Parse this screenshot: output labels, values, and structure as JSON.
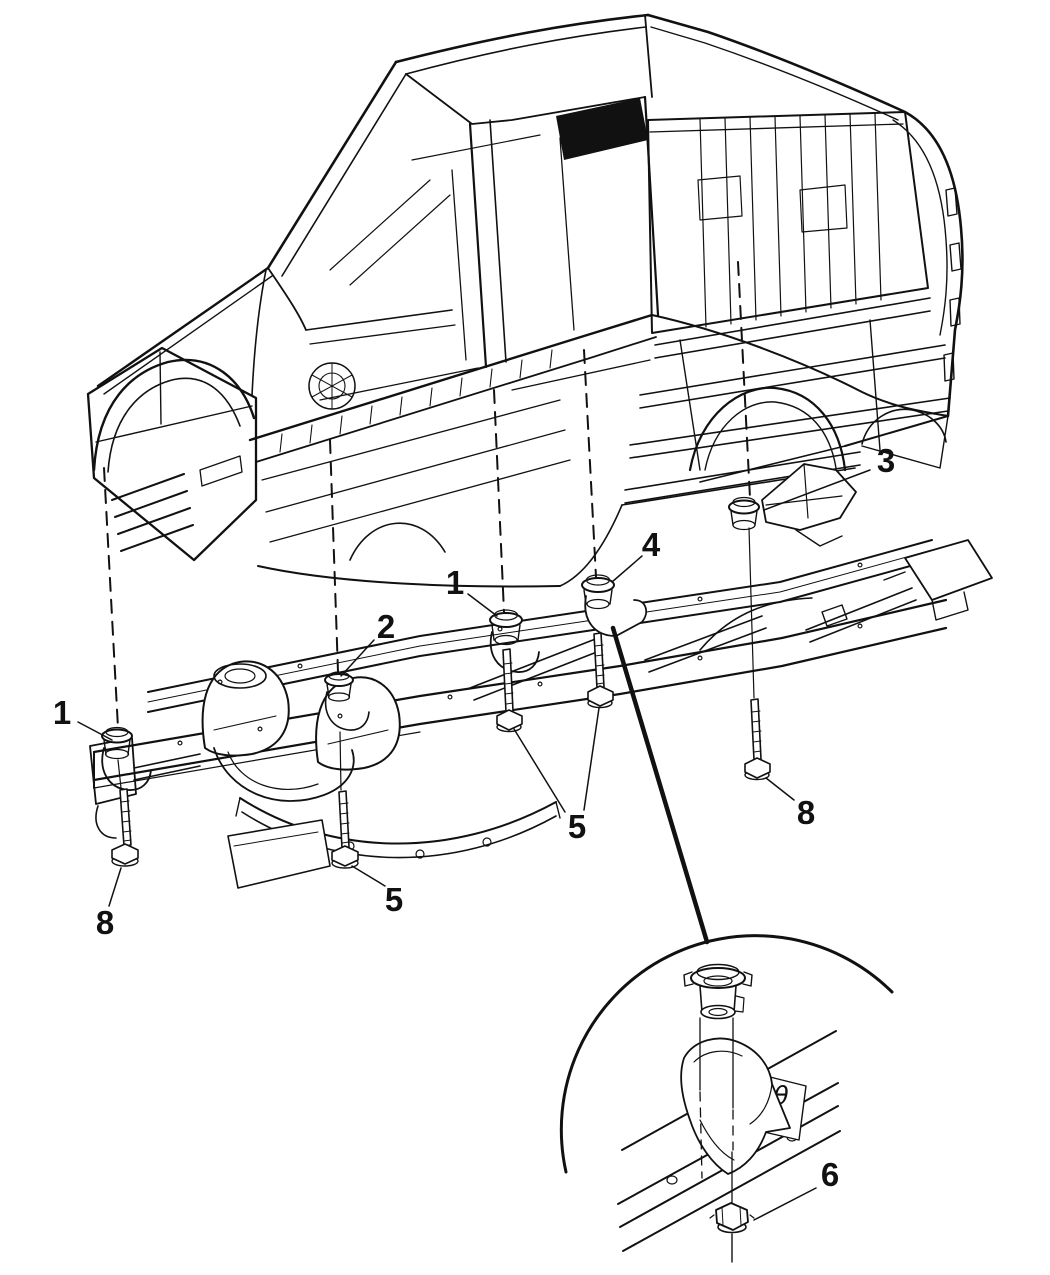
{
  "diagram": {
    "background_color": "#ffffff",
    "line_color": "#111111",
    "subject": "body-over-frame mounting with numbered callouts and enlarged mount detail",
    "callouts": [
      {
        "id": "front-left-body-mount",
        "label": "1"
      },
      {
        "id": "front-left-mount-bolt",
        "label": "8"
      },
      {
        "id": "second-body-mount",
        "label": "2"
      },
      {
        "id": "second-mount-bolt",
        "label": "5"
      },
      {
        "id": "cab-rear-body-mount",
        "label": "1"
      },
      {
        "id": "bed-front-body-mount",
        "label": "4"
      },
      {
        "id": "center-mount-bolts",
        "label": "5"
      },
      {
        "id": "rear-body-mount-bracket",
        "label": "3"
      },
      {
        "id": "rear-mount-bolt",
        "label": "8"
      },
      {
        "id": "detail-mount-nut",
        "label": "6"
      }
    ],
    "detail_view": {
      "slot_symbol": "θ"
    }
  }
}
